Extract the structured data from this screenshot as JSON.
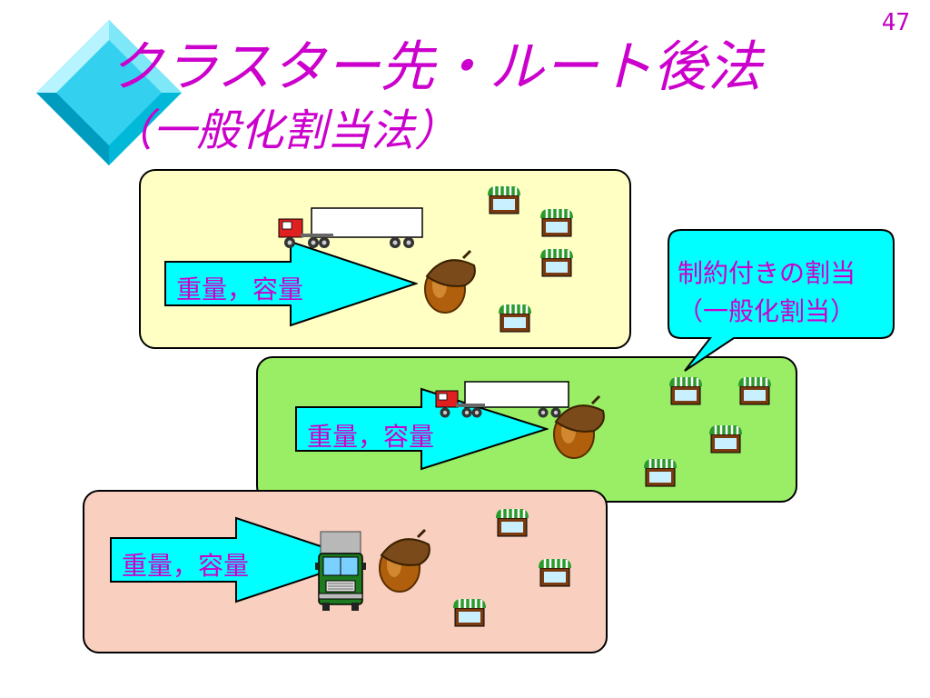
{
  "slide_number": "47",
  "title": {
    "line1": "クラスター先・ルート後法",
    "line2": "（一般化割当法）"
  },
  "callout": {
    "line1": "制約付きの割当",
    "line2": "（一般化割当）"
  },
  "panels": [
    {
      "arrow_label": "重量，容量"
    },
    {
      "arrow_label": "重量，容量"
    },
    {
      "arrow_label": "重量，容量"
    }
  ],
  "colors": {
    "title": "#cc00cc",
    "arrow_fill": "#00ffff",
    "panel1_bg": "#ffffc4",
    "panel2_bg": "#99ee66",
    "panel3_bg": "#f9d0c0",
    "callout_bg": "#00ffff"
  }
}
